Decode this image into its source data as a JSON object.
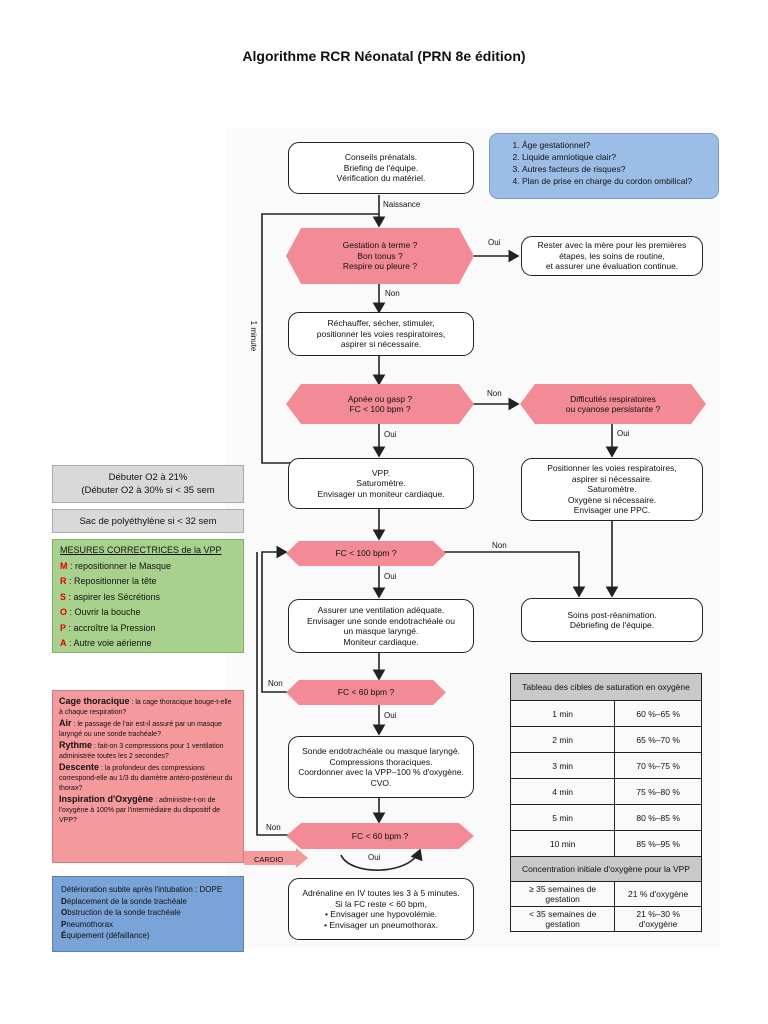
{
  "title": "Algorithme RCR Néonatal (PRN 8e édition)",
  "questions": [
    "Âge gestationnel?",
    "Liquide amniotique clair?",
    "Autres facteurs de risques?",
    "Plan de prise en charge du cordon ombilical?"
  ],
  "flow": {
    "prenatal": [
      "Conseils prénatals.",
      "Briefing de l'équipe.",
      "Vérification du matériel."
    ],
    "naissance": "Naissance",
    "q1": [
      "Gestation à terme ?",
      "Bon tonus ?",
      "Respire ou pleure ?"
    ],
    "oui": "Oui",
    "non": "Non",
    "mother": [
      "Rester avec la mère pour les premières",
      "étapes, les soins de routine,",
      "et assurer une évaluation continue."
    ],
    "minute": "1 minute",
    "warm": [
      "Réchauffer, sécher, stimuler,",
      "positionner les voies respiratoires,",
      "aspirer si nécessaire."
    ],
    "q2": [
      "Apnée ou gasp ?",
      "FC < 100 bpm ?"
    ],
    "q3": [
      "Difficultés respiratoires",
      "ou cyanose persistante ?"
    ],
    "vpp": [
      "VPP.",
      "Saturomètre.",
      "Envisager un moniteur cardiaque."
    ],
    "position": [
      "Positionner les voies respiratoires,",
      "aspirer si nécessaire.",
      "Saturomètre.",
      "Oxygène si nécessaire.",
      "Envisager une PPC."
    ],
    "q4": "FC < 100 bpm ?",
    "ventil": [
      "Assurer une ventilation adéquate.",
      "Envisager une sonde endotrachéale ou",
      "un masque laryngé.",
      "Moniteur cardiaque."
    ],
    "post": [
      "Soins post-réanimation.",
      "Débriefing de l'équipe."
    ],
    "q5": "FC < 60 bpm ?",
    "sonde": [
      "Sonde endotrachéale ou masque laryngé.",
      "Compressions thoraciques.",
      "Coordonner avec la VPP–100 % d'oxygène.",
      "CVO."
    ],
    "q6": "FC < 60 bpm ?",
    "cardio": "CARDIO",
    "adrenaline": [
      "Adrénaline en IV toutes les 3 à 5 minutes.",
      "Si la FC reste < 60 bpm,",
      "• Envisager une hypovolémie.",
      "• Envisager un pneumothorax."
    ]
  },
  "o2_start": [
    "Débuter O2 à 21%",
    "(Débuter O2 à 30% si < 35 sem"
  ],
  "polyethylene": "Sac de polyéthylène si < 32 sem",
  "mr_sopa": {
    "title": "MESURES CORRECTRICES de la VPP",
    "items": [
      {
        "k": "M",
        "t": " : repositionner le Masque"
      },
      {
        "k": "R",
        "t": " : Repositionner la tête"
      },
      {
        "k": "S",
        "t": " : aspirer les Sécrétions"
      },
      {
        "k": "O",
        "t": " : Ouvrir la bouche"
      },
      {
        "k": "P",
        "t": " : accroître la Pression"
      },
      {
        "k": "A",
        "t": " : Autre voie aérienne"
      }
    ]
  },
  "cards": [
    {
      "k": "Cage thoracique",
      "t": " : la cage thoracique bouge-t-elle à chaque respiration?"
    },
    {
      "k": "Air",
      "t": " : le passage de l'air est-il assuré par un masque laryngé ou une sonde trachéale?"
    },
    {
      "k": "Rythme",
      "t": " : fait-on 3 compressions pour 1 ventilation administrée toutes les 2 secondes?"
    },
    {
      "k": "Descente",
      "t": " : la profondeur des compressions correspond-elle au 1/3 du diamètre antéro-postérieur du thorax?"
    },
    {
      "k": "Inspiration d'Oxygène",
      "t": " : administre-t-on de l'oxygène à 100% par l'intermédiaire du dispositif de VPP?"
    }
  ],
  "dope": {
    "head": "Détérioration subite après l'intubation : DOPE",
    "items": [
      {
        "b": "D",
        "t": "éplacement de la sonde trachéale"
      },
      {
        "b": "O",
        "t": "bstruction de la sonde trachéale"
      },
      {
        "b": "P",
        "t": "neumothorax"
      },
      {
        "b": "É",
        "t": "quipement (défaillance)"
      }
    ]
  },
  "sat_table": {
    "title": "Tableau des cibles de saturation en oxygène",
    "rows": [
      [
        "1 min",
        "60 %–65 %"
      ],
      [
        "2 min",
        "65 %–70 %"
      ],
      [
        "3 min",
        "70 %–75 %"
      ],
      [
        "4 min",
        "75 %–80 %"
      ],
      [
        "5 min",
        "80 %–85 %"
      ],
      [
        "10 min",
        "85 %–95 %"
      ]
    ],
    "title2": "Concentration initiale d'oxygène pour la VPP",
    "rows2": [
      [
        "≥ 35 semaines de gestation",
        "21 % d'oxygène"
      ],
      [
        "< 35 semaines de gestation",
        "21 %–30 % d'oxygène"
      ]
    ]
  },
  "colors": {
    "hexagon": "#f28b95",
    "blue": "#9cbde6",
    "green": "#a9d18e",
    "pink": "#f4999c",
    "grey": "#d9d9d9"
  }
}
